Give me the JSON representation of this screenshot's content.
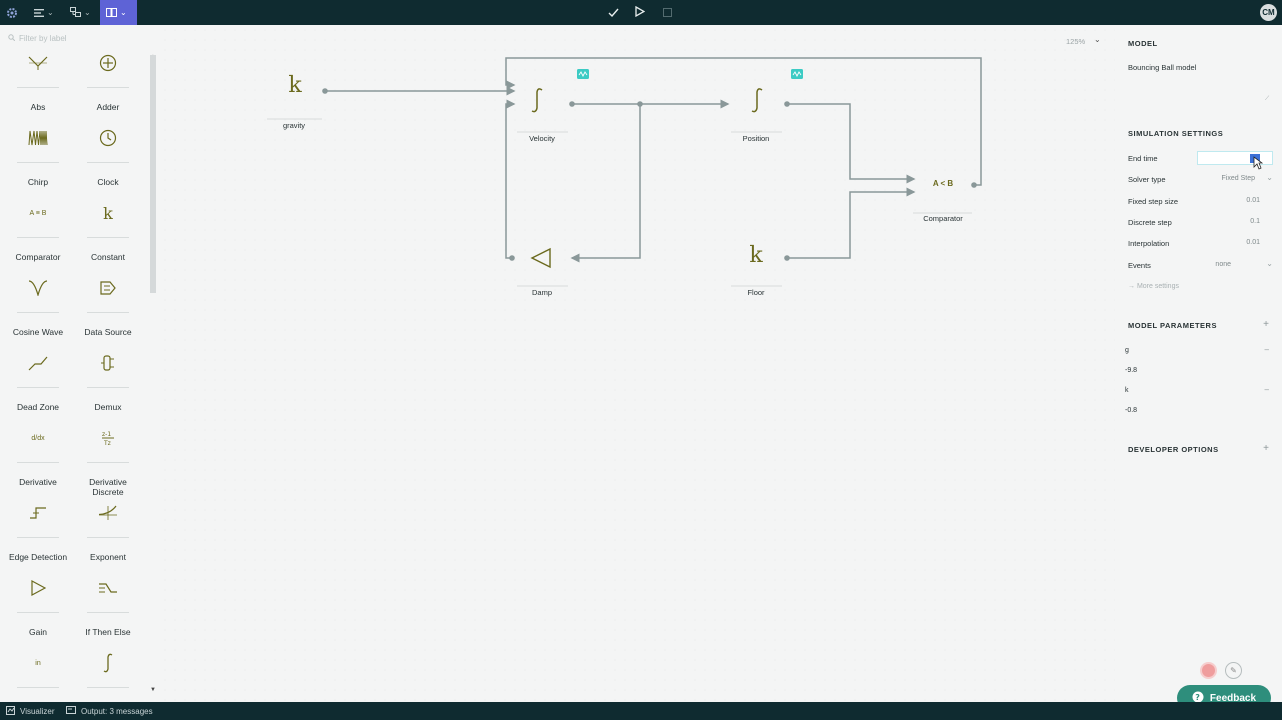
{
  "topbar": {
    "logo_icon": "gear-icon",
    "menu_icon": "hamburger-icon",
    "models_icon": "diagram-icon",
    "book_icon": "book-icon",
    "check_icon": "check-icon",
    "play_icon": "play-icon",
    "stop_icon": "stop-icon",
    "avatar": "CM"
  },
  "library": {
    "search_placeholder": "Filter by label",
    "blocks": [
      {
        "label": "Abs",
        "icon": "abs-icon"
      },
      {
        "label": "Adder",
        "icon": "adder-icon"
      },
      {
        "label": "Chirp",
        "icon": "chirp-icon"
      },
      {
        "label": "Clock",
        "icon": "clock-icon"
      },
      {
        "label": "Comparator",
        "icon": "comparator-icon",
        "glyph": "A ≡ B"
      },
      {
        "label": "Constant",
        "icon": "constant-icon",
        "glyph": "k"
      },
      {
        "label": "Cosine Wave",
        "icon": "cosine-icon"
      },
      {
        "label": "Data Source",
        "icon": "data-source-icon"
      },
      {
        "label": "Dead Zone",
        "icon": "dead-zone-icon"
      },
      {
        "label": "Demux",
        "icon": "demux-icon"
      },
      {
        "label": "Derivative",
        "icon": "derivative-icon",
        "glyph": "d/dx"
      },
      {
        "label": "Derivative Discrete",
        "icon": "derivative-discrete-icon"
      },
      {
        "label": "Edge Detection",
        "icon": "edge-detection-icon"
      },
      {
        "label": "Exponent",
        "icon": "exponent-icon"
      },
      {
        "label": "Gain",
        "icon": "gain-icon"
      },
      {
        "label": "If Then Else",
        "icon": "if-then-else-icon"
      },
      {
        "label": "",
        "icon": "inport-icon",
        "glyph": "in"
      },
      {
        "label": "",
        "icon": "integrator-icon"
      }
    ]
  },
  "canvas": {
    "zoom": "125%",
    "nodes": {
      "gravity": {
        "label": "gravity",
        "glyph": "k"
      },
      "velocity": {
        "label": "Velocity"
      },
      "position": {
        "label": "Position"
      },
      "comparator": {
        "label": "Comparator",
        "glyph": "A < B"
      },
      "damp": {
        "label": "Damp"
      },
      "floor": {
        "label": "Floor",
        "glyph": "k"
      }
    },
    "accent_color": "#3ccbc4",
    "wire_color": "#8a9899"
  },
  "panel": {
    "model_title": "MODEL",
    "model_description": "Bouncing Ball model",
    "sim_title": "SIMULATION SETTINGS",
    "settings": [
      {
        "key": "End time",
        "value": ""
      },
      {
        "key": "Solver type",
        "value": "Fixed Step"
      },
      {
        "key": "Fixed step size",
        "value": "0.01"
      },
      {
        "key": "Discrete step",
        "value": "0.1"
      },
      {
        "key": "Interpolation",
        "value": "0.01"
      },
      {
        "key": "Events",
        "value": "none"
      }
    ],
    "more_settings": "More settings",
    "params_title": "MODEL PARAMETERS",
    "params": [
      {
        "name": "g",
        "value": "-9.8"
      },
      {
        "name": "k",
        "value": "-0.8"
      }
    ],
    "dev_title": "DEVELOPER OPTIONS"
  },
  "bottombar": {
    "visualizer": "Visualizer",
    "output": "Output: 3 messages"
  },
  "feedback": "Feedback"
}
